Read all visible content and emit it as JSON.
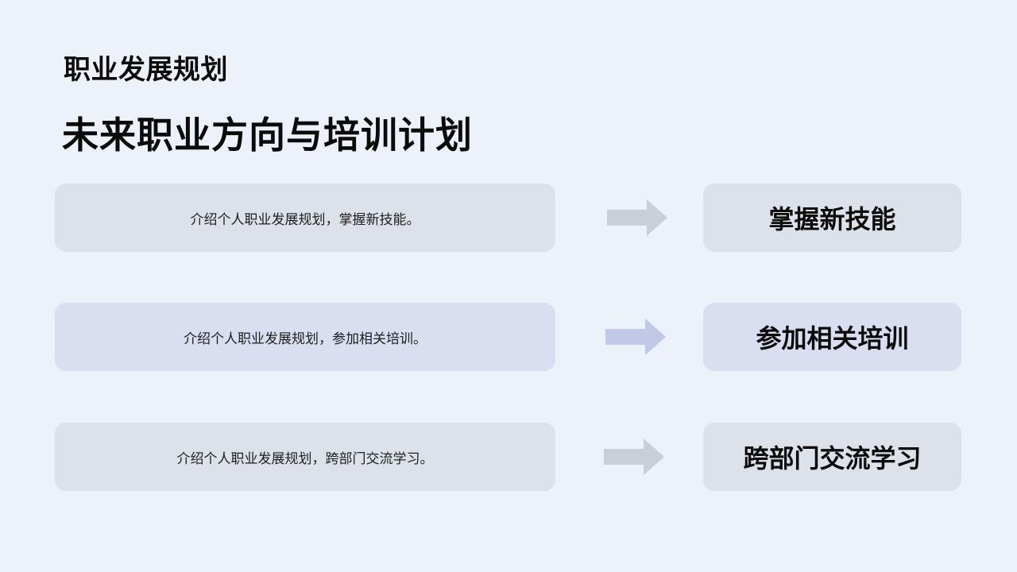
{
  "header": {
    "section_title": "职业发展规划",
    "main_title": "未来职业方向与培训计划"
  },
  "rows": [
    {
      "description": "介绍个人职业发展规划，掌握新技能。",
      "tag": "掌握新技能"
    },
    {
      "description": "介绍个人职业发展规划，参加相关培训。",
      "tag": "参加相关培训"
    },
    {
      "description": "介绍个人职业发展规划，跨部门交流学习。",
      "tag": "跨部门交流学习"
    }
  ],
  "colors": {
    "background": "#edf1f9",
    "box_gray": "#dde1e9",
    "box_blue": "#d9def1",
    "arrow_gray": "#c9ced8",
    "arrow_blue": "#c2c9e6"
  },
  "icons": [
    "arrow-right-icon"
  ]
}
